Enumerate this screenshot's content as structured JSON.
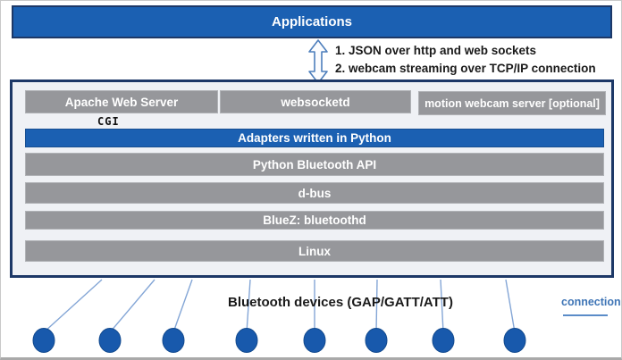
{
  "colors": {
    "accent_blue": "#1b60b2",
    "navy_border": "#1d3867",
    "layer_gray": "#96979b",
    "connection_line_blue": "#84a6d6",
    "device_dot_blue": "#1859ac"
  },
  "app_bar": {
    "label": "Applications"
  },
  "arrow_notes": {
    "line1": "1. JSON over http and web sockets",
    "line2": "2. webcam streaming over TCP/IP connection"
  },
  "stack": {
    "top_row": [
      {
        "label": "Apache Web Server"
      },
      {
        "label": "websocketd"
      },
      {
        "label": "motion webcam server [optional]"
      }
    ],
    "cgi_label": "CGI",
    "layers": [
      {
        "label": "Adapters written in Python",
        "type": "blue"
      },
      {
        "label": "Python Bluetooth API",
        "type": "gray"
      },
      {
        "label": "d-bus",
        "type": "gray"
      },
      {
        "label": "BlueZ: bluetoothd",
        "type": "gray"
      },
      {
        "label": "Linux",
        "type": "gray"
      }
    ]
  },
  "bottom": {
    "devices_label": "Bluetooth devices (GAP/GATT/ATT)",
    "legend_label": "connection",
    "device_count": 8
  }
}
